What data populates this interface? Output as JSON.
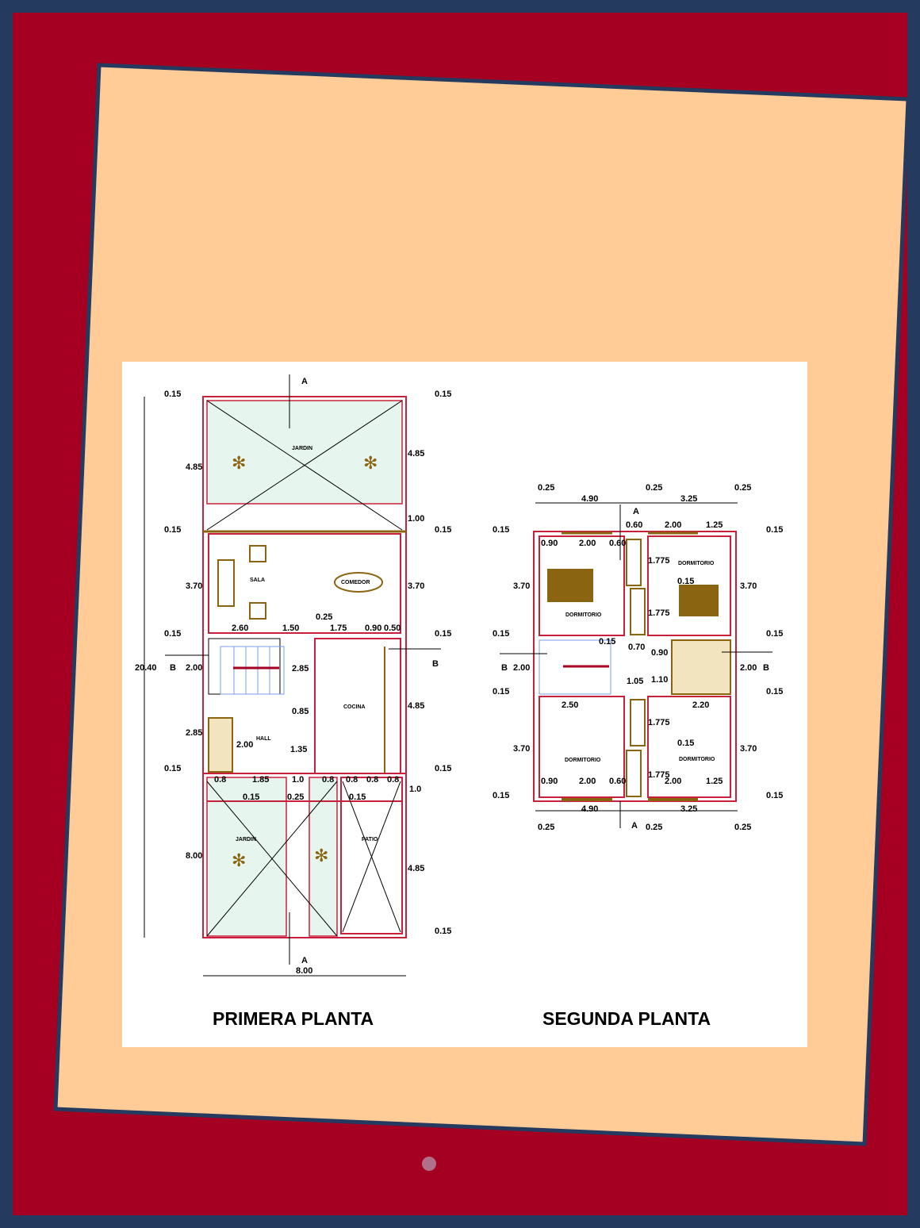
{
  "slide": {
    "colors": {
      "frame": "#243a5e",
      "background": "#a50021",
      "card": "#ffcb96",
      "card_border": "#243a5e",
      "indicator": "#b0708a"
    },
    "page_indicator": {
      "current": 1,
      "total": 1
    }
  },
  "plan": {
    "first_floor": {
      "title": "PRIMERA PLANTA",
      "rooms": {
        "jardin_top": "JARDIN",
        "sala": "SALA",
        "comedor": "COMEDOR",
        "cocina": "COCINA",
        "hall": "HALL",
        "jardin_bottom": "JARDIN",
        "patio": "PATIO"
      },
      "section_marks": {
        "a": "A",
        "b": "B"
      },
      "dims": {
        "total_height": "20.40",
        "total_width": "8.00",
        "left": [
          "0.15",
          "4.85",
          "0.15",
          "3.70",
          "0.15",
          "2.00",
          "2.85",
          "0.15",
          "8.00"
        ],
        "right": [
          "0.15",
          "4.85",
          "1.00",
          "0.15",
          "3.70",
          "0.15",
          "4.85",
          "0.15",
          "1.0",
          "4.85",
          "0.15"
        ],
        "inner": [
          "2.60",
          "1.50",
          "0.25",
          "1.75",
          "0.90",
          "0.50",
          "2.85",
          "0.85",
          "2.00",
          "1.35",
          "0.8",
          "1.85",
          "1.0",
          "0.8",
          "0.8",
          "0.8",
          "0.8",
          "0.15",
          "0.25",
          "0.15"
        ]
      }
    },
    "second_floor": {
      "title": "SEGUNDA PLANTA",
      "rooms": {
        "dorm1": "DORMITORIO",
        "dorm2": "DORMITORIO",
        "dorm3": "DORMITORIO",
        "dorm4": "DORMITORIO"
      },
      "section_marks": {
        "a": "A",
        "b": "B"
      },
      "dims": {
        "top": [
          "0.25",
          "4.90",
          "0.25",
          "3.25",
          "0.25",
          "0.60",
          "2.00",
          "1.25"
        ],
        "bottom": [
          "4.90",
          "3.25",
          "0.25",
          "0.25",
          "0.25"
        ],
        "left": [
          "0.15",
          "3.70",
          "0.15",
          "2.00",
          "0.15",
          "3.70",
          "0.15"
        ],
        "right": [
          "0.15",
          "3.70",
          "0.15",
          "2.00",
          "0.15",
          "3.70",
          "0.15"
        ],
        "inner": [
          "0.90",
          "2.00",
          "0.60",
          "1.775",
          "0.15",
          "1.775",
          "0.15",
          "0.70",
          "0.90",
          "1.10",
          "1.05",
          "2.50",
          "2.20",
          "1.775",
          "0.15",
          "1.775",
          "0.90",
          "2.00",
          "0.60",
          "2.00",
          "1.25"
        ]
      }
    }
  }
}
